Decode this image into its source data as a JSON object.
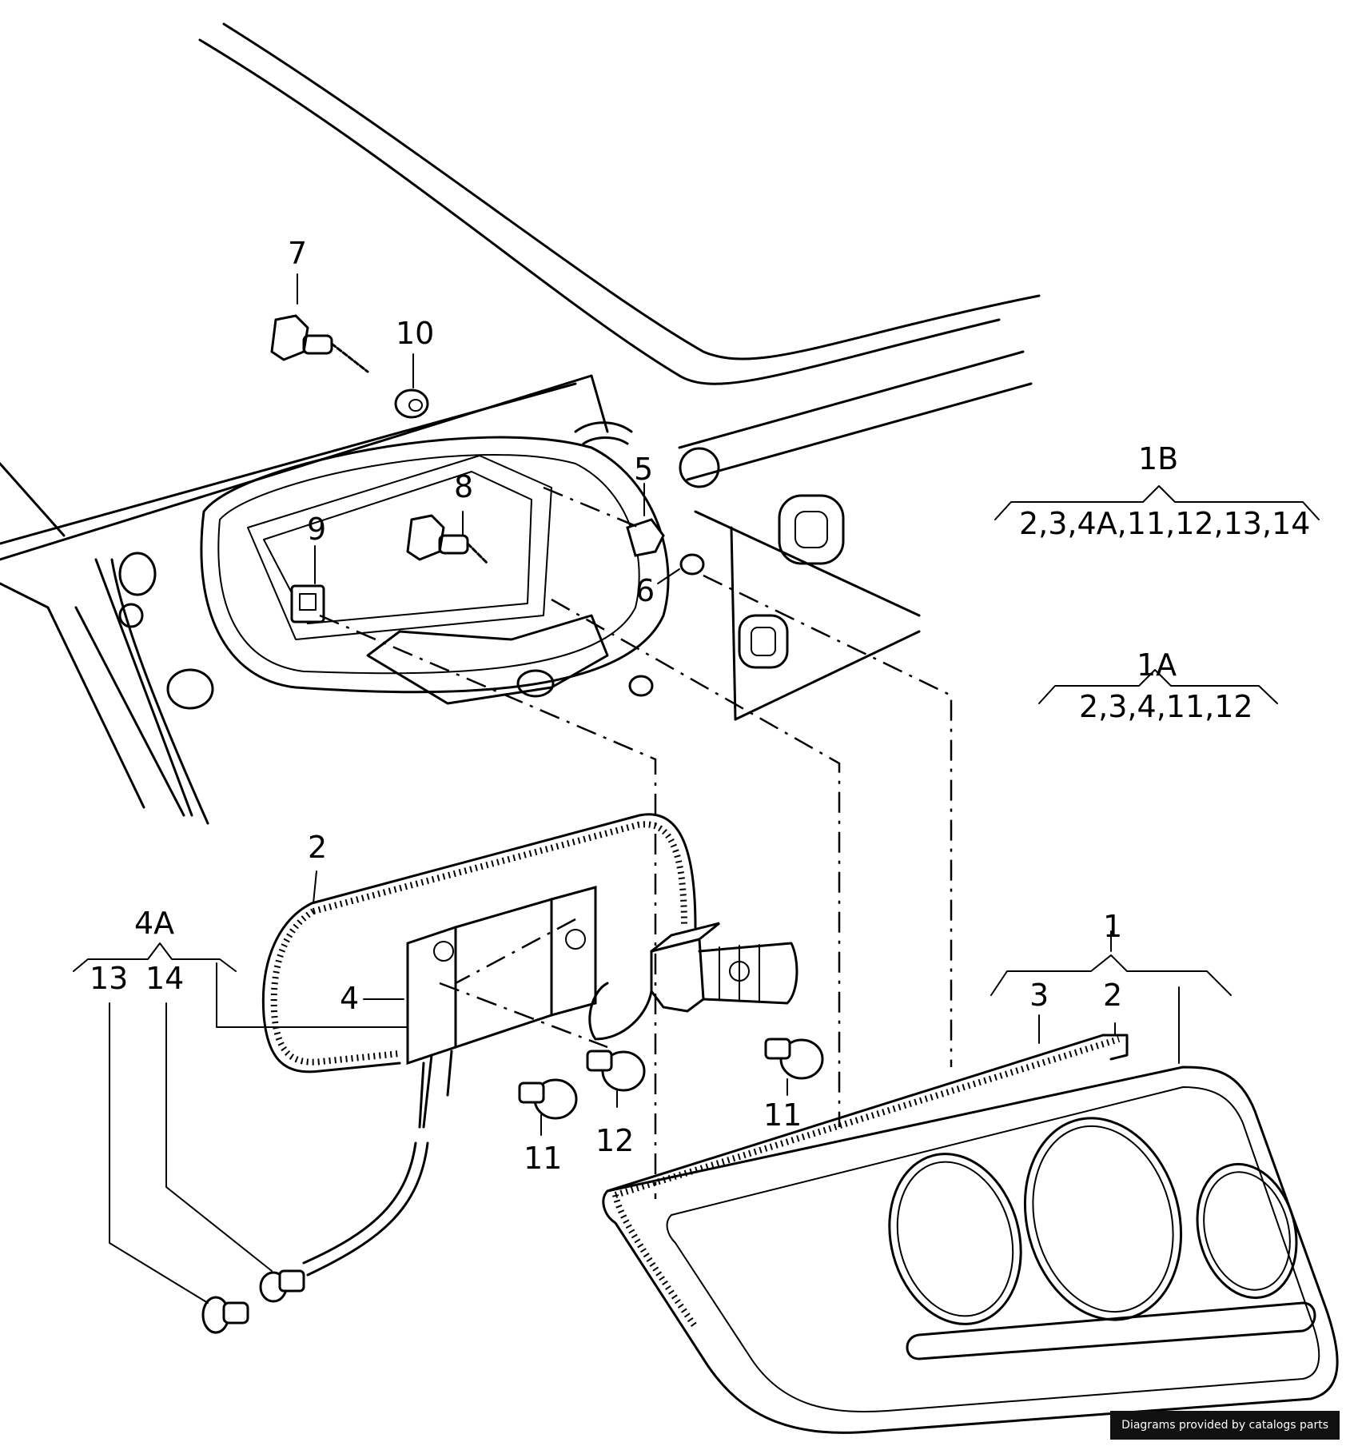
{
  "callouts": {
    "c7": "7",
    "c10": "10",
    "c5": "5",
    "c8": "8",
    "c9": "9",
    "c6": "6",
    "c2_upper": "2",
    "c4": "4",
    "c4A": "4A",
    "c13": "13",
    "c14": "14",
    "c11_left": "11",
    "c12": "12",
    "c11_right": "11",
    "c1": "1",
    "c3": "3",
    "c2_lower": "2"
  },
  "groups": {
    "g1B_title": "1B",
    "g1B_parts": "2,3,4A,11,12,13,14",
    "g1A_title": "1A",
    "g1A_parts": "2,3,4,11,12"
  },
  "footer": {
    "credit": "Diagrams provided by catalogs parts"
  }
}
